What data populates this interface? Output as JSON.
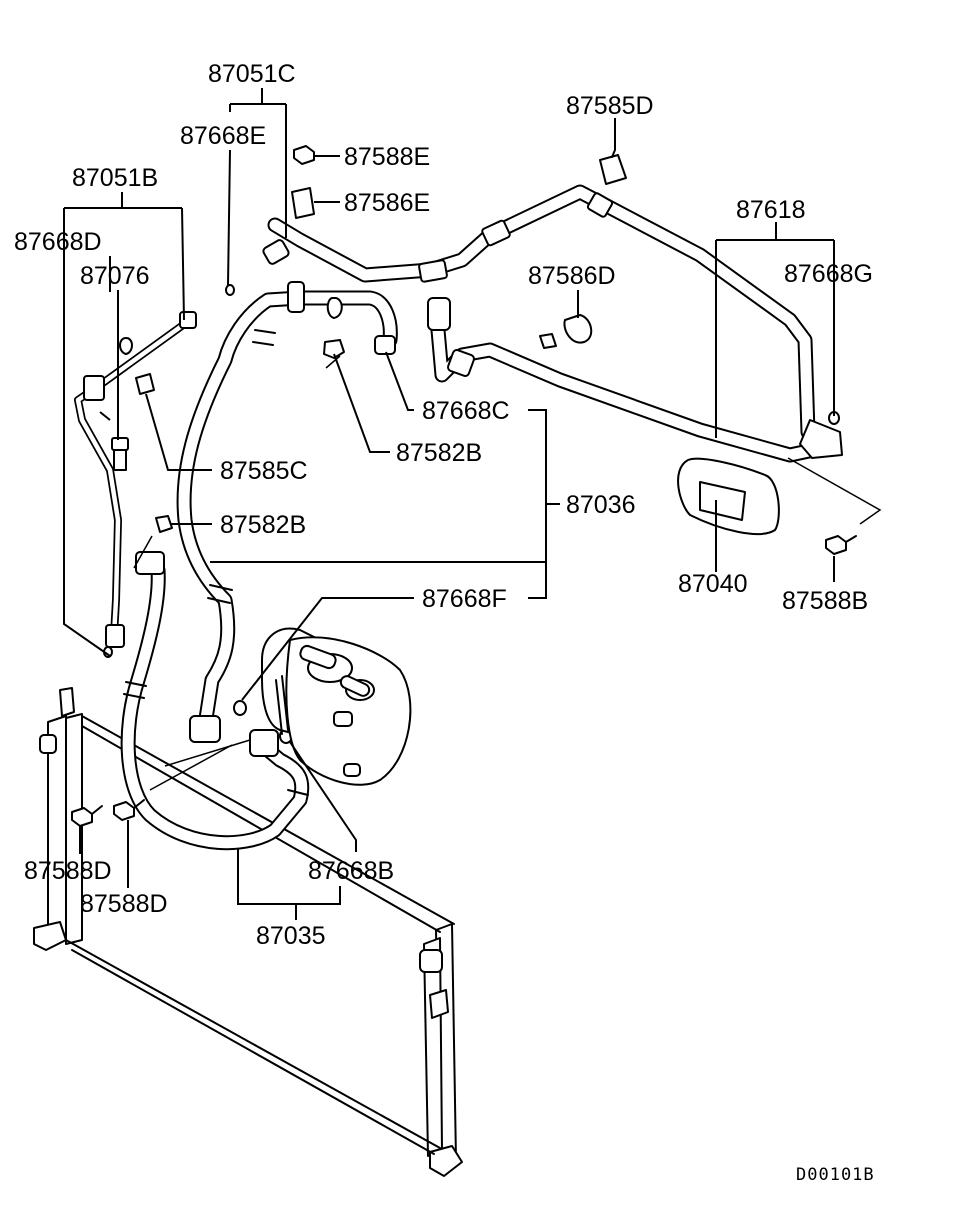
{
  "labels": {
    "p87051C": "87051C",
    "p87668E": "87668E",
    "p87588E": "87588E",
    "p87586E": "87586E",
    "p87585D": "87585D",
    "p87051B": "87051B",
    "p87668D": "87668D",
    "p87076": "87076",
    "p87586D": "87586D",
    "p87618": "87618",
    "p87668G": "87668G",
    "p87668C": "87668C",
    "p87582B_top": "87582B",
    "p87585C": "87585C",
    "p87036": "87036",
    "p87582B_mid": "87582B",
    "p87040": "87040",
    "p87588B": "87588B",
    "p87668F": "87668F",
    "p87588D_a": "87588D",
    "p87668B": "87668B",
    "p87588D_b": "87588D",
    "p87035": "87035"
  },
  "diagram_code": "D00101B"
}
